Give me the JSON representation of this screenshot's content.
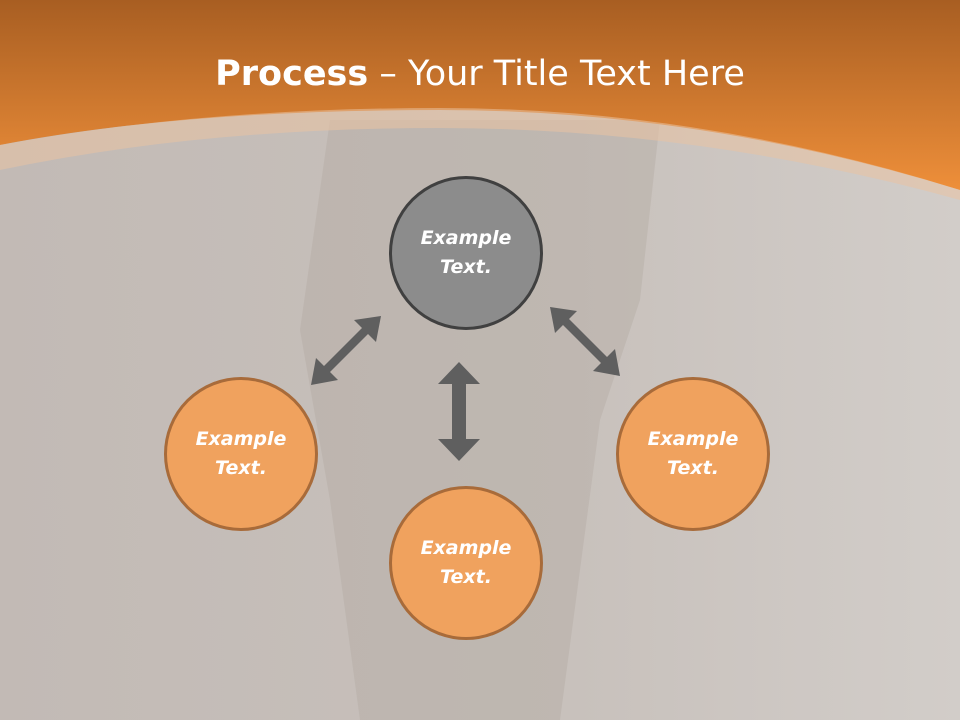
{
  "title": {
    "bold": "Process",
    "rest": " – Your Title Text Here"
  },
  "nodes": {
    "top": "Example\nText.",
    "left": "Example\nText.",
    "bottom": "Example\nText.",
    "right": "Example\nText."
  },
  "colors": {
    "header_orange": "#e8893a",
    "node_gray": "#8c8c8c",
    "node_orange": "#f0a25e",
    "arrow": "#5f5f5f",
    "background": "#cbc4bf"
  }
}
